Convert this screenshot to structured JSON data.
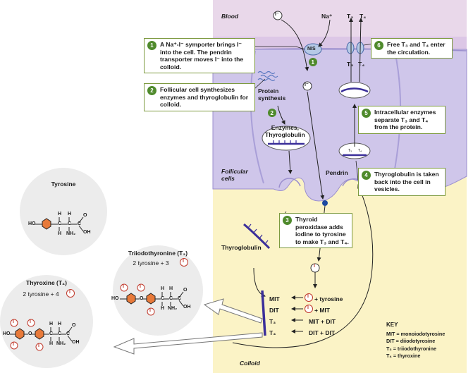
{
  "regions": {
    "blood": "Blood",
    "follicular_cells": "Follicular\ncells",
    "colloid": "Colloid"
  },
  "transport": {
    "na": "Na⁺",
    "i_ion": "I⁻",
    "t3": "T₃",
    "t4": "T₄",
    "nis": "NIS",
    "pendrin": "Pendrin"
  },
  "steps": [
    {
      "num": "1",
      "text": "A Na⁺-I⁻ symporter brings I⁻ into the cell. The pendrin transporter moves I⁻ into the colloid."
    },
    {
      "num": "2",
      "text": "Follicular cell synthesizes enzymes and thyroglobulin for colloid."
    },
    {
      "num": "3",
      "text": "Thyroid peroxidase adds iodine to tyrosine to make T₃ and T₄."
    },
    {
      "num": "4",
      "text": "Thyroglobulin is taken back into the cell in vesicles."
    },
    {
      "num": "5",
      "text": "Intracellular enzymes separate T₃ and T₄ from the protein."
    },
    {
      "num": "6",
      "text": "Free T₃ and T₄ enter the circulation."
    }
  ],
  "cell_labels": {
    "protein_synthesis": "Protein\nsynthesis",
    "enzymes_thyroglobulin": "Enzymes,\nThyroglobulin",
    "thyroglobulin": "Thyroglobulin"
  },
  "colloid_reactions": [
    {
      "product": "MIT",
      "reactants": "+ tyrosine"
    },
    {
      "product": "DIT",
      "reactants": "+ MIT"
    },
    {
      "product": "T₃",
      "reactants": "MIT + DIT"
    },
    {
      "product": "T₄",
      "reactants": "DIT + DIT"
    }
  ],
  "molecules": {
    "tyrosine": {
      "title": "Tyrosine",
      "sub": ""
    },
    "t3": {
      "title": "Triiodothyronine (T₃)",
      "sub": "2 tyrosine + 3"
    },
    "t4": {
      "title": "Thyroxine (T₄)",
      "sub": "2 tyrosine + 4"
    }
  },
  "chem": {
    "ho": "HO",
    "o": "O",
    "h": "H",
    "c": "C",
    "oh": "OH",
    "nh2": "NH₂",
    "iodine": "I"
  },
  "key": {
    "heading": "KEY",
    "entries": [
      "MIT = monoiodotyrosine",
      "DIT = diiodotyrosine",
      "T₃ = triiodothyronine",
      "T₄ = thyroxine"
    ]
  },
  "colors": {
    "blood": "#e9d8ea",
    "cell": "#cfc6ea",
    "colloid": "#fbf3c6",
    "callout_border": "#7d9a3f",
    "step_badge": "#4f8a2c",
    "thyroglobulin": "#3b2f9a",
    "transporter": "#b6c9e6"
  }
}
